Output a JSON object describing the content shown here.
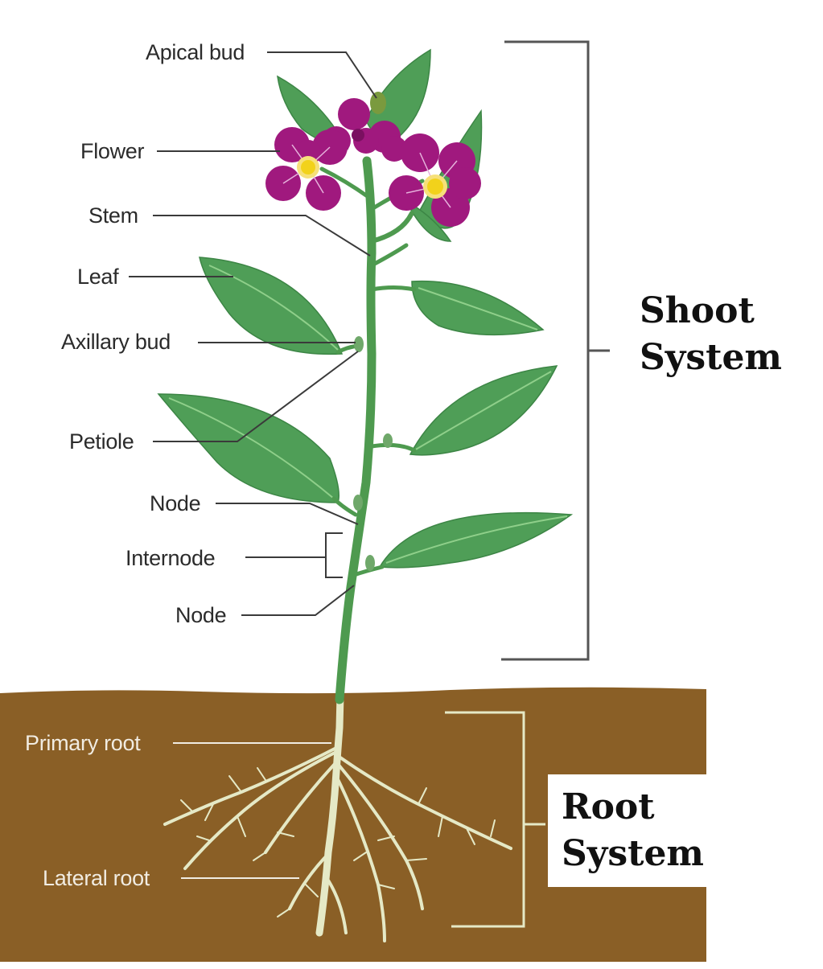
{
  "labels": {
    "apical_bud": "Apical bud",
    "flower": "Flower",
    "stem": "Stem",
    "leaf": "Leaf",
    "axillary_bud": "Axillary bud",
    "petiole": "Petiole",
    "node_upper": "Node",
    "internode": "Internode",
    "node_lower": "Node",
    "primary_root": "Primary root",
    "lateral_root": "Lateral root"
  },
  "systems": {
    "shoot": {
      "line1": "Shoot",
      "line2": "System"
    },
    "root": {
      "line1": "Root",
      "line2": "System"
    }
  },
  "colors": {
    "soil": "#8a5f26",
    "leaf": "#4f9e57",
    "leaf_vein": "#8fcf8a",
    "stem": "#4e9a4f",
    "petal": "#a0197e",
    "flower_center": "#f2d21b",
    "root": "#e5e9c6",
    "leader_line": "#3a3a3a",
    "bracket": "#555555"
  }
}
